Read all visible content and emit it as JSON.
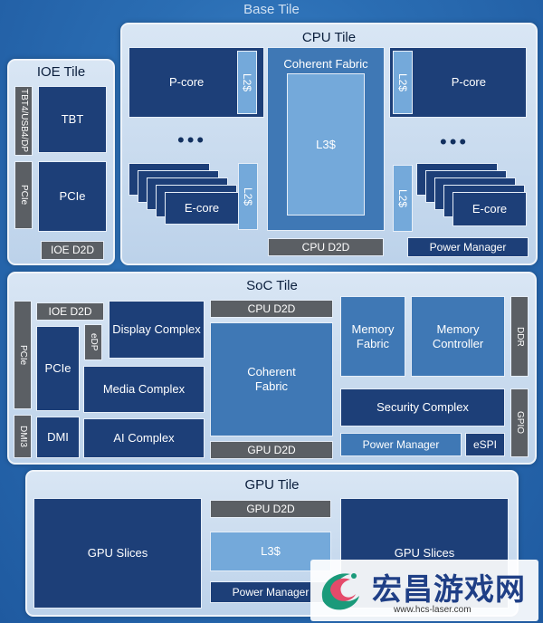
{
  "base_tile": {
    "title": "Base Tile"
  },
  "ioe_tile": {
    "title": "IOE Tile",
    "port_label": "TBT4/USB4/DP",
    "tbt": "TBT",
    "pcie_side": "PCIe",
    "pcie": "PCIe",
    "d2d": "IOE D2D"
  },
  "cpu_tile": {
    "title": "CPU Tile",
    "pcore": "P-core",
    "ecore": "E-core",
    "l2": "L2$",
    "fabric": "Coherent Fabric",
    "l3": "L3$",
    "d2d": "CPU D2D",
    "power": "Power Manager",
    "dots": "•••"
  },
  "soc_tile": {
    "title": "SoC Tile",
    "pcie_side": "PCIe",
    "dmi_side": "DMI3",
    "ioe_d2d": "IOE D2D",
    "edp": "eDP",
    "pcie": "PCIe",
    "dmi": "DMI",
    "display": "Display Complex",
    "media": "Media Complex",
    "ai": "AI Complex",
    "cpu_d2d": "CPU D2D",
    "fabric": "Coherent\nFabric",
    "gpu_d2d": "GPU D2D",
    "mem_fabric": "Memory\nFabric",
    "mem_ctrl": "Memory\nController",
    "ddr": "DDR",
    "security": "Security Complex",
    "gpio": "GPIO",
    "power": "Power Manager",
    "espi": "eSPI"
  },
  "gpu_tile": {
    "title": "GPU Tile",
    "slices_left": "GPU Slices",
    "slices_right": "GPU Slices",
    "d2d": "GPU D2D",
    "l3": "L3$",
    "power": "Power Manager"
  },
  "watermark": {
    "cn": "宏昌游戏网",
    "url": "www.hcs-laser.com"
  }
}
